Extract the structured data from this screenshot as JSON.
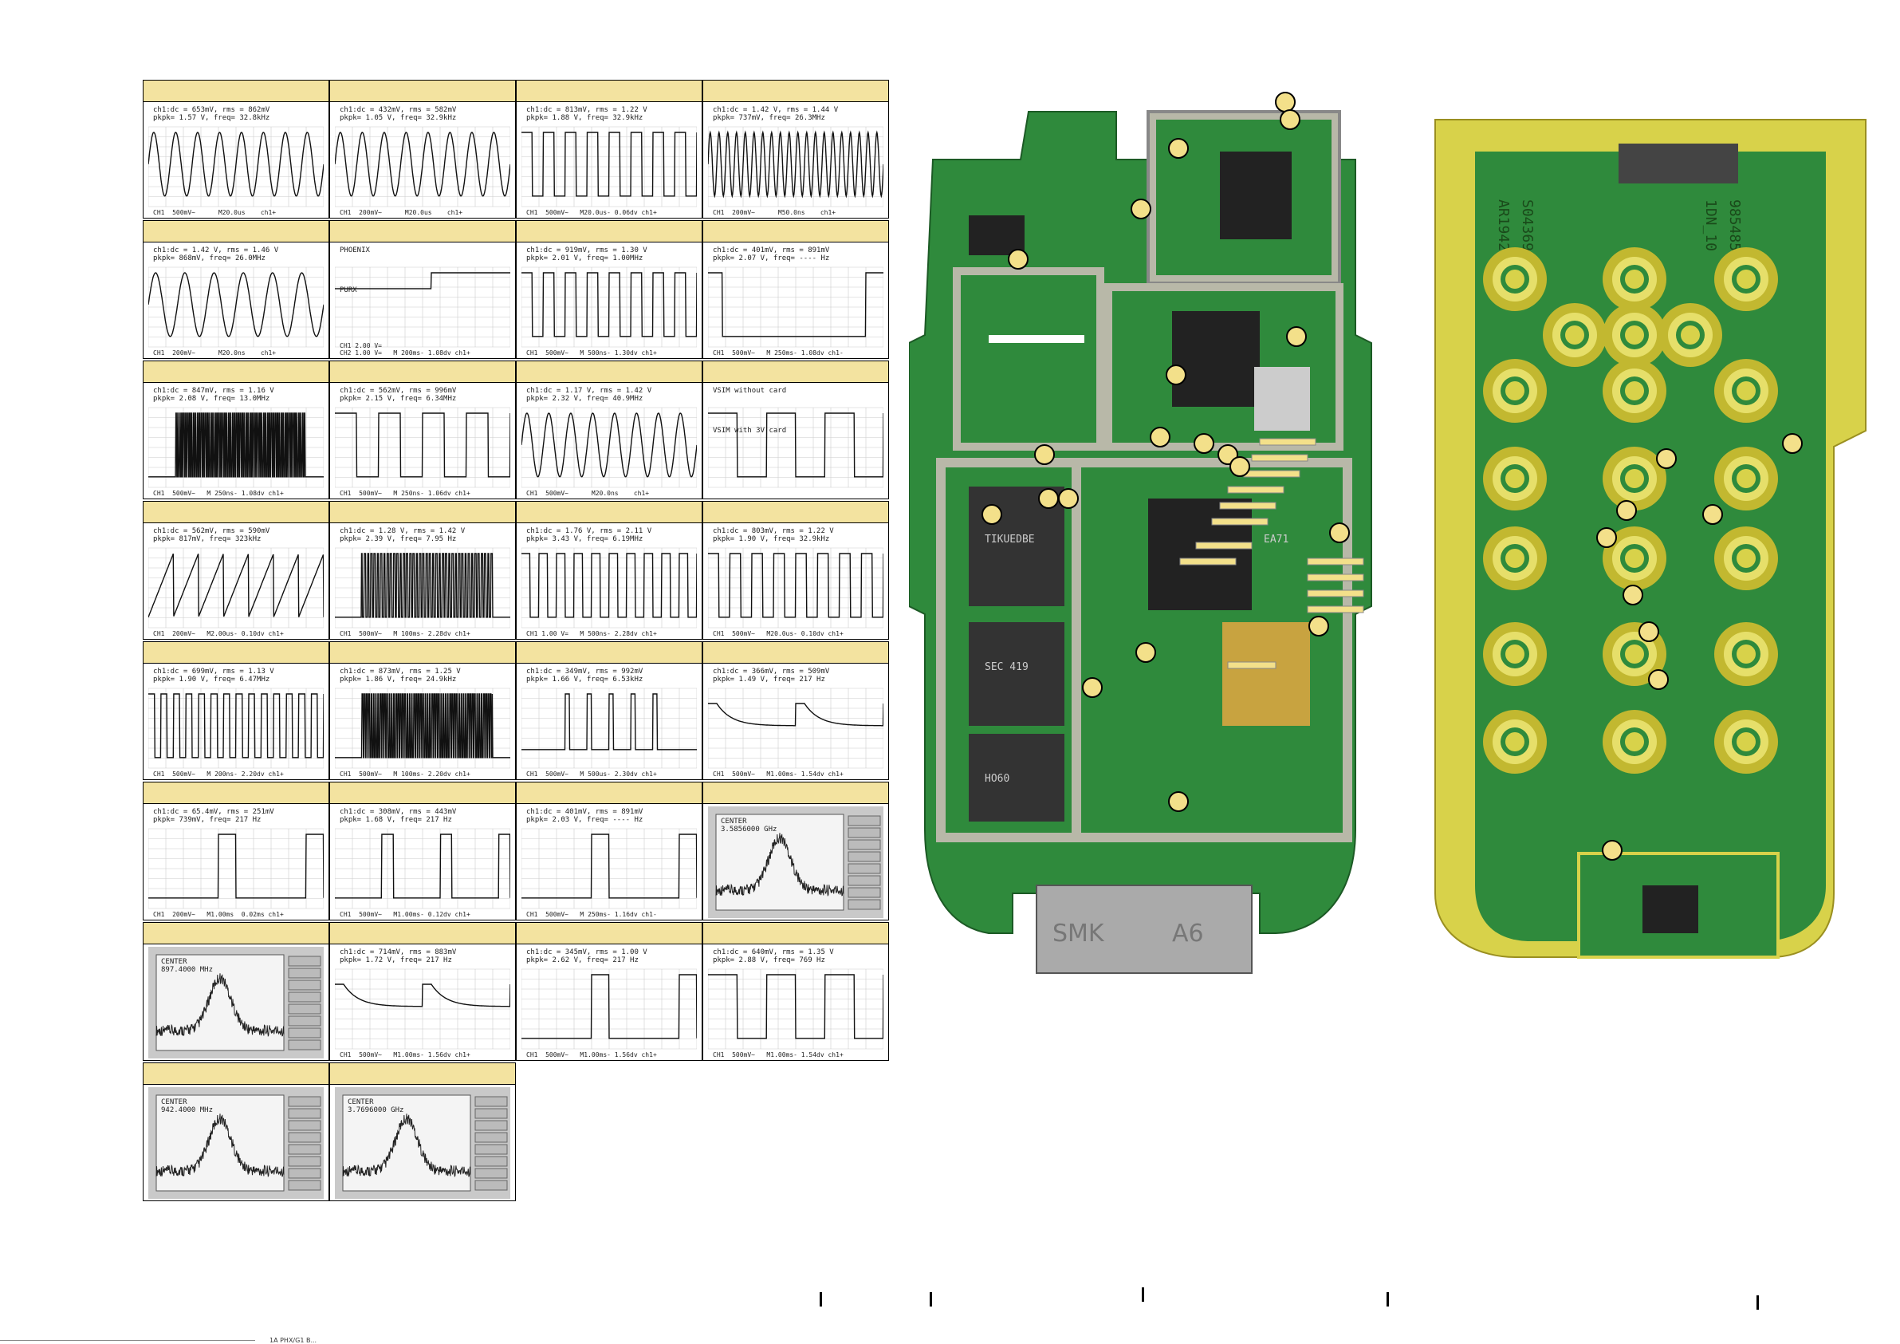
{
  "scope_panels": [
    {
      "row": 0,
      "col": 0,
      "kind": "sine",
      "cycles": 8,
      "text": [
        "ch1:dc = 653mV, rms = 862mV",
        "pkpk= 1.57 V, freq= 32.8kHz"
      ],
      "footer": "CH1  500mV~      M20.0us    ch1+"
    },
    {
      "row": 0,
      "col": 1,
      "kind": "sine",
      "cycles": 8,
      "text": [
        "ch1:dc = 432mV, rms = 582mV",
        "pkpk= 1.05 V, freq= 32.9kHz"
      ],
      "footer": "CH1  200mV~      M20.0us    ch1+"
    },
    {
      "row": 0,
      "col": 2,
      "kind": "square",
      "cycles": 8,
      "text": [
        "ch1:dc = 813mV, rms = 1.22 V",
        "pkpk= 1.88 V, freq= 32.9kHz"
      ],
      "footer": "CH1  500mV~   M20.0us- 0.06dv ch1+"
    },
    {
      "row": 0,
      "col": 3,
      "kind": "sine",
      "cycles": 20,
      "text": [
        "ch1:dc = 1.42 V, rms = 1.44 V",
        "pkpk= 737mV, freq= 26.3MHz"
      ],
      "footer": "CH1  200mV~      M50.0ns    ch1+"
    },
    {
      "row": 1,
      "col": 0,
      "kind": "sine",
      "cycles": 6,
      "text": [
        "ch1:dc = 1.42 V, rms = 1.46 V",
        "pkpk= 868mV, freq= 26.0MHz"
      ],
      "footer": "CH1  200mV~      M20.0ns    ch1+"
    },
    {
      "row": 1,
      "col": 1,
      "kind": "dual",
      "cycles": 1,
      "text": [
        "PHOENIX",
        "",
        "",
        "",
        "",
        "PURX"
      ],
      "footer": "CH1 2.00 V=\nCH2 1.00 V=   M 200ms- 1.08dv ch1+"
    },
    {
      "row": 1,
      "col": 2,
      "kind": "square",
      "cycles": 8,
      "text": [
        "ch1:dc = 919mV, rms = 1.30 V",
        "pkpk= 2.01 V, freq= 1.00MHz"
      ],
      "footer": "CH1  500mV~   M 500ns- 1.30dv ch1+"
    },
    {
      "row": 1,
      "col": 3,
      "kind": "step",
      "cycles": 1,
      "text": [
        "ch1:dc = 401mV, rms = 891mV",
        "pkpk= 2.07 V, freq= ---- Hz"
      ],
      "footer": "CH1  500mV~   M 250ms- 1.08dv ch1-"
    },
    {
      "row": 2,
      "col": 0,
      "kind": "burst",
      "cycles": 30,
      "text": [
        "ch1:dc = 847mV, rms = 1.16 V",
        "pkpk= 2.08 V, freq= 13.0MHz"
      ],
      "footer": "CH1  500mV~   M 250ns- 1.08dv ch1+"
    },
    {
      "row": 2,
      "col": 1,
      "kind": "square",
      "cycles": 4,
      "text": [
        "ch1:dc = 562mV, rms = 996mV",
        "pkpk= 2.15 V, freq= 6.34MHz"
      ],
      "footer": "CH1  500mV~   M 250ns- 1.06dv ch1+"
    },
    {
      "row": 2,
      "col": 2,
      "kind": "sine",
      "cycles": 8,
      "text": [
        "ch1:dc = 1.17 V, rms = 1.42 V",
        "pkpk= 2.32 V, freq= 40.9MHz"
      ],
      "footer": "CH1  500mV~      M20.0ns    ch1+"
    },
    {
      "row": 2,
      "col": 3,
      "kind": "square",
      "cycles": 3,
      "text": [
        "VSIM without card",
        "",
        "",
        "",
        "",
        "VSIM with 3V card"
      ],
      "footer": ""
    },
    {
      "row": 3,
      "col": 0,
      "kind": "saw",
      "cycles": 7,
      "text": [
        "ch1:dc = 562mV, rms = 590mV",
        "pkpk= 817mV, freq= 323kHz"
      ],
      "footer": "CH1  200mV~   M2.00us- 0.10dv ch1+"
    },
    {
      "row": 3,
      "col": 1,
      "kind": "burst",
      "cycles": 18,
      "text": [
        "ch1:dc = 1.28 V, rms = 1.42 V",
        "pkpk= 2.39 V, freq= 7.95 Hz"
      ],
      "footer": "CH1  500mV~   M 100ms- 2.28dv ch1+"
    },
    {
      "row": 3,
      "col": 2,
      "kind": "square",
      "cycles": 10,
      "text": [
        "ch1:dc = 1.76 V, rms = 2.11 V",
        "pkpk= 3.43 V, freq= 6.19MHz"
      ],
      "footer": "CH1 1.00 V=   M 500ns- 2.28dv ch1+"
    },
    {
      "row": 3,
      "col": 3,
      "kind": "square",
      "cycles": 8,
      "text": [
        "ch1:dc = 803mV, rms = 1.22 V",
        "pkpk= 1.90 V, freq= 32.9kHz"
      ],
      "footer": "CH1  500mV~   M20.0us- 0.10dv ch1+"
    },
    {
      "row": 4,
      "col": 0,
      "kind": "square",
      "cycles": 14,
      "text": [
        "ch1:dc = 699mV, rms = 1.13 V",
        "pkpk= 1.90 V, freq= 6.47MHz"
      ],
      "footer": "CH1  500mV~   M 200ns- 2.20dv ch1+"
    },
    {
      "row": 4,
      "col": 1,
      "kind": "burst",
      "cycles": 26,
      "text": [
        "ch1:dc = 873mV, rms = 1.25 V",
        "pkpk= 1.86 V, freq= 24.9kHz"
      ],
      "footer": "CH1  500mV~   M 100ms- 2.20dv ch1+"
    },
    {
      "row": 4,
      "col": 2,
      "kind": "pulses",
      "cycles": 4,
      "text": [
        "ch1:dc = 349mV, rms = 992mV",
        "pkpk= 1.66 V, freq= 6.53kHz"
      ],
      "footer": "CH1  500mV~   M 500us- 2.30dv ch1+"
    },
    {
      "row": 4,
      "col": 3,
      "kind": "decay",
      "cycles": 2,
      "text": [
        "ch1:dc = 366mV, rms = 509mV",
        "pkpk= 1.49 V, freq= 217 Hz"
      ],
      "footer": "CH1  500mV~   M1.00ms- 1.54dv ch1+"
    },
    {
      "row": 5,
      "col": 0,
      "kind": "wide",
      "cycles": 2,
      "text": [
        "ch1:dc = 65.4mV, rms = 251mV",
        "pkpk= 739mV, freq= 217 Hz"
      ],
      "footer": "CH1  200mV~   M1.00ms  0.02ms ch1+"
    },
    {
      "row": 5,
      "col": 1,
      "kind": "wide",
      "cycles": 3,
      "text": [
        "ch1:dc = 308mV, rms = 443mV",
        "pkpk= 1.68 V, freq= 217 Hz"
      ],
      "footer": "CH1  500mV~   M1.00ms- 0.12dv ch1+"
    },
    {
      "row": 5,
      "col": 2,
      "kind": "wide",
      "cycles": 2,
      "text": [
        "ch1:dc = 401mV, rms = 891mV",
        "pkpk= 2.03 V, freq= ---- Hz"
      ],
      "footer": "CH1  500mV~   M 250ms- 1.16dv ch1-"
    },
    {
      "row": 5,
      "col": 3,
      "kind": "spectrum",
      "cycles": 1,
      "text": [
        "CENTER",
        "3.5856000 GHz"
      ],
      "footer": ""
    },
    {
      "row": 6,
      "col": 0,
      "kind": "spectrum",
      "cycles": 1,
      "text": [
        "CENTER",
        "897.4000 MHz"
      ],
      "footer": ""
    },
    {
      "row": 6,
      "col": 1,
      "kind": "decay",
      "cycles": 2,
      "text": [
        "ch1:dc = 714mV, rms = 883mV",
        "pkpk= 1.72 V, freq= 217 Hz"
      ],
      "footer": "CH1  500mV~   M1.00ms- 1.56dv ch1+"
    },
    {
      "row": 6,
      "col": 2,
      "kind": "wide",
      "cycles": 2,
      "text": [
        "ch1:dc = 345mV, rms = 1.00 V",
        "pkpk= 2.62 V, freq= 217 Hz"
      ],
      "footer": "CH1  500mV~   M1.00ms- 1.56dv ch1+"
    },
    {
      "row": 6,
      "col": 3,
      "kind": "square",
      "cycles": 3,
      "text": [
        "ch1:dc = 640mV, rms = 1.35 V",
        "pkpk= 2.88 V, freq= 769 Hz"
      ],
      "footer": "CH1  500mV~   M1.00ms- 1.54dv ch1+"
    },
    {
      "row": 7,
      "col": 0,
      "kind": "spectrum",
      "cycles": 1,
      "text": [
        "CENTER",
        "942.4000 MHz"
      ],
      "footer": ""
    },
    {
      "row": 7,
      "col": 1,
      "kind": "spectrum",
      "cycles": 1,
      "text": [
        "CENTER",
        "3.7696000 GHz"
      ],
      "footer": ""
    }
  ],
  "board_texts": {
    "connector_left": "SMK",
    "connector_right": "A6",
    "chip_1": "TIKUEDBE",
    "chip_2": "SEC 419",
    "chip_3": "HO60",
    "label_a": "EA71",
    "pcb_code_1": "9854851",
    "pcb_code_2": "1DN_10",
    "pcb_code_3": "AR1942-0",
    "pcb_code_4": "S0436901"
  },
  "footer_caption": "1A PHX/G1 B..."
}
